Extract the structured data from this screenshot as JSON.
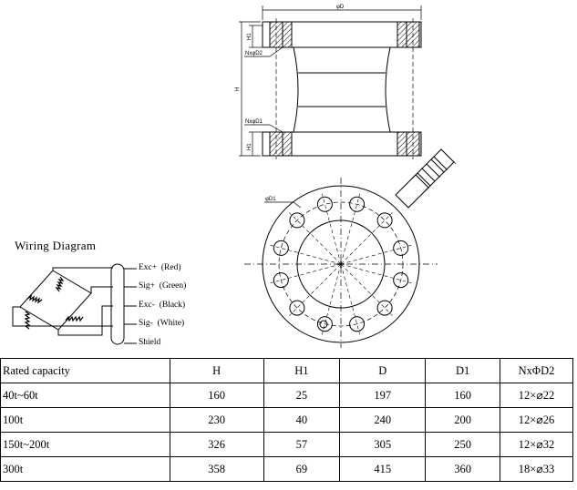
{
  "dimension_labels": {
    "outer_diameter": "φD",
    "flange_height": "H1",
    "hole_top": "NxφD2",
    "total_height": "H",
    "hole_bottom": "NxφD1",
    "bolt_circle": "φD1"
  },
  "wiring": {
    "title": "Wiring  Diagram",
    "wires": [
      {
        "signal": "Exc+",
        "color": "(Red)"
      },
      {
        "signal": "Sig+",
        "color": "(Green)"
      },
      {
        "signal": "Exc-",
        "color": "(Black)"
      },
      {
        "signal": "Sig-",
        "color": "(White)"
      },
      {
        "signal": "Shield",
        "color": ""
      }
    ]
  },
  "spec_table": {
    "headers": [
      "Rated capacity",
      "H",
      "H1",
      "D",
      "D1",
      "NxΦD2"
    ],
    "rows": [
      [
        "40t~60t",
        "160",
        "25",
        "197",
        "160",
        "12×⌀22"
      ],
      [
        "100t",
        "230",
        "40",
        "240",
        "200",
        "12×⌀26"
      ],
      [
        "150t~200t",
        "326",
        "57",
        "305",
        "250",
        "12×⌀32"
      ],
      [
        "300t",
        "358",
        "69",
        "415",
        "360",
        "18×⌀33"
      ]
    ]
  }
}
